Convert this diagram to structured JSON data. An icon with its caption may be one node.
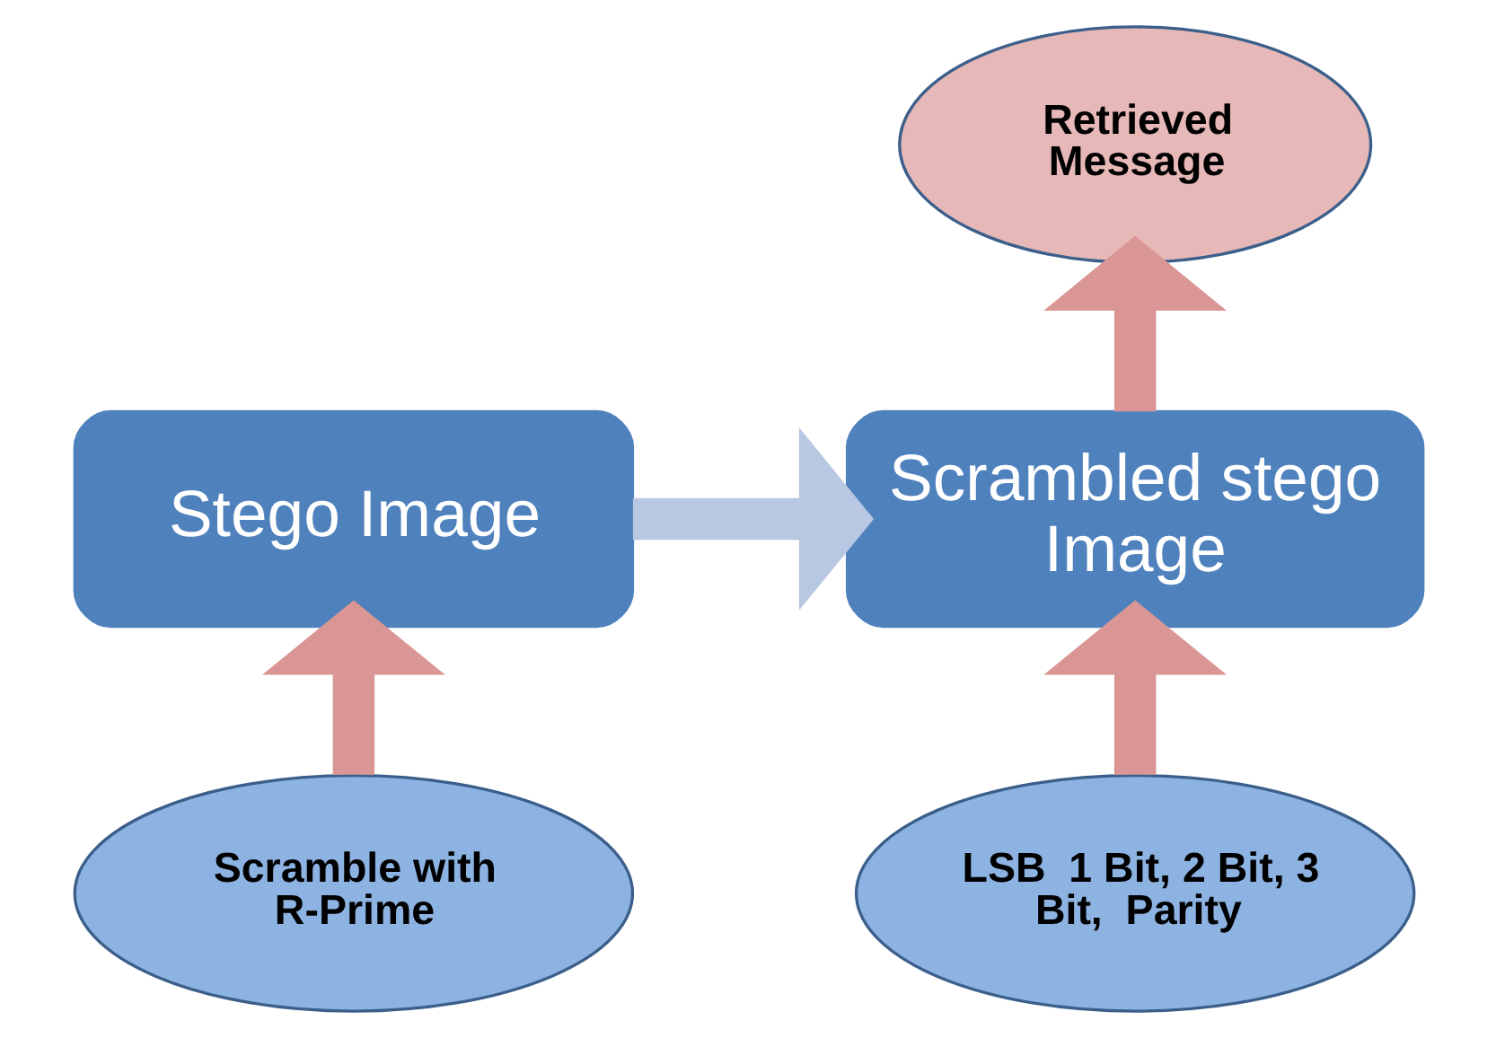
{
  "diagram": {
    "nodes": [
      {
        "text": [
          "Stego Image"
        ]
      },
      {
        "text": [
          "Scramble with R-Prime"
        ]
      },
      {
        "text": [
          "Scrambled stego Image"
        ]
      },
      {
        "text": [
          "Retrieved Message"
        ]
      },
      {
        "text": [
          "LSB  1 Bit, 2 Bit, 3 Bit,  Parity"
        ]
      }
    ],
    "edges": [
      {
        "from": 1,
        "to": 0,
        "arrow": "to"
      },
      {
        "from": 0,
        "to": 2,
        "arrow": "to",
        "color": "#b9c8e2"
      },
      {
        "from": 4,
        "to": 2,
        "arrow": "to"
      },
      {
        "from": 2,
        "to": 3,
        "arrow": "to"
      }
    ]
  }
}
